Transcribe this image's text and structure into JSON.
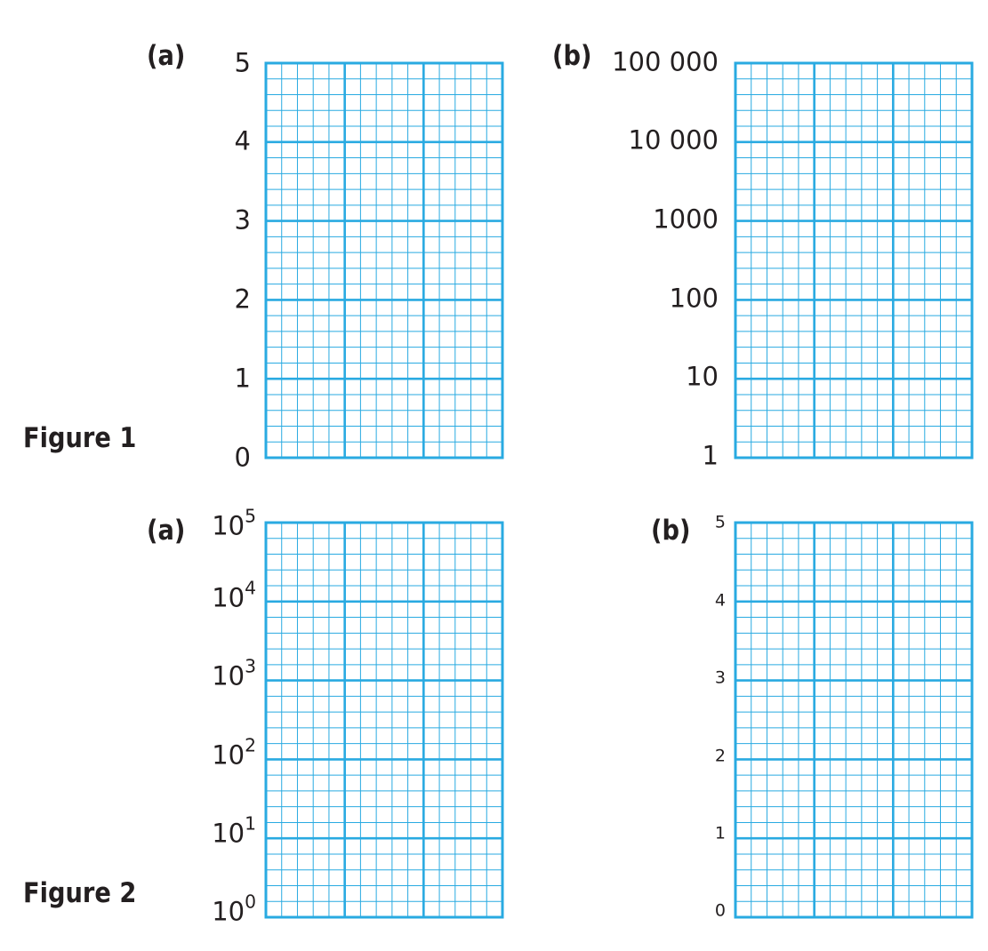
{
  "figures": [
    {
      "title": "Figure 1",
      "panels": [
        {
          "letter": "(a)",
          "tick_labels": [
            "0",
            "1",
            "2",
            "3",
            "4",
            "5"
          ]
        },
        {
          "letter": "(b)",
          "tick_labels": [
            "1",
            "10",
            "100",
            "1000",
            "10 000",
            "100 000"
          ]
        }
      ]
    },
    {
      "title": "Figure 2",
      "panels": [
        {
          "letter": "(a)",
          "tick_labels": [
            {
              "base": "10",
              "exp": "0"
            },
            {
              "base": "10",
              "exp": "1"
            },
            {
              "base": "10",
              "exp": "2"
            },
            {
              "base": "10",
              "exp": "3"
            },
            {
              "base": "10",
              "exp": "4"
            },
            {
              "base": "10",
              "exp": "5"
            }
          ]
        },
        {
          "letter": "(b)",
          "tick_labels": [
            "0",
            "1",
            "2",
            "3",
            "4",
            "5"
          ]
        }
      ]
    }
  ],
  "colors": {
    "grid": "#29aae1",
    "text": "#231f20"
  }
}
